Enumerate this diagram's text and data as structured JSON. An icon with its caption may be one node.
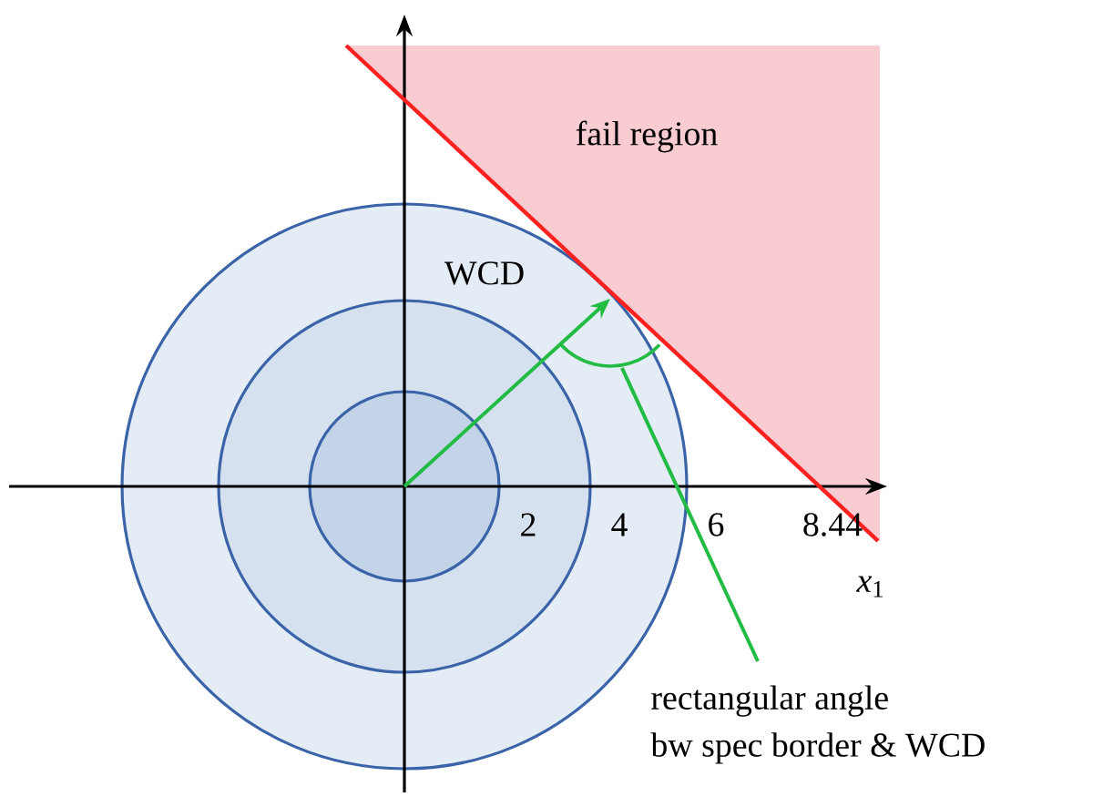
{
  "diagram": {
    "nodes": [
      {
        "text": [
          "rectangular angle",
          "bw spec border & WCD"
        ]
      },
      {
        "text": [],
        "shape": "arc"
      }
    ],
    "edges": [
      {
        "from": 0,
        "to": 1,
        "arrow": "none"
      }
    ],
    "labels": [
      "fail region",
      "WCD",
      "2",
      "4",
      "6",
      "8.44",
      "*x*$_{1}$"
    ]
  }
}
